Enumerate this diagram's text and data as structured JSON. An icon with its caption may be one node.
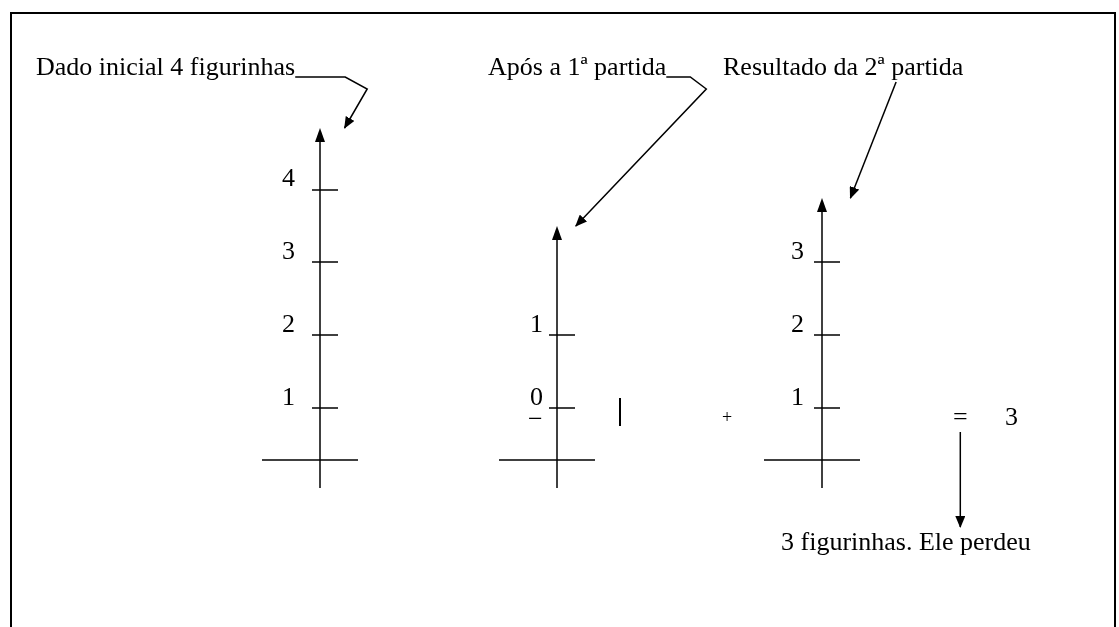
{
  "diagram": {
    "nodes": [
      {
        "text": [
          "Dado inicial 4 figurinhas"
        ]
      },
      {
        "text": [
          "Após a 1ª  partida"
        ]
      },
      {
        "text": [
          "Resultado da 2ª partida"
        ]
      },
      {
        "text": [],
        "shape": "picture"
      },
      {
        "text": [],
        "shape": "picture"
      },
      {
        "text": [],
        "shape": "picture"
      },
      {
        "text": [
          "="
        ]
      },
      {
        "text": [
          "3 figurinhas. Ele perdeu"
        ]
      }
    ],
    "edges": [
      {
        "from": 0,
        "to": 3,
        "arrow": "to"
      },
      {
        "from": 1,
        "to": 4,
        "arrow": "to"
      },
      {
        "from": 2,
        "to": 5,
        "arrow": "to"
      },
      {
        "from": 6,
        "to": 7,
        "arrow": "to"
      }
    ],
    "labels": [
      "4",
      "3",
      "2",
      "1",
      "1",
      "0",
      "3",
      "2",
      "1",
      "−",
      "+",
      "3"
    ]
  }
}
